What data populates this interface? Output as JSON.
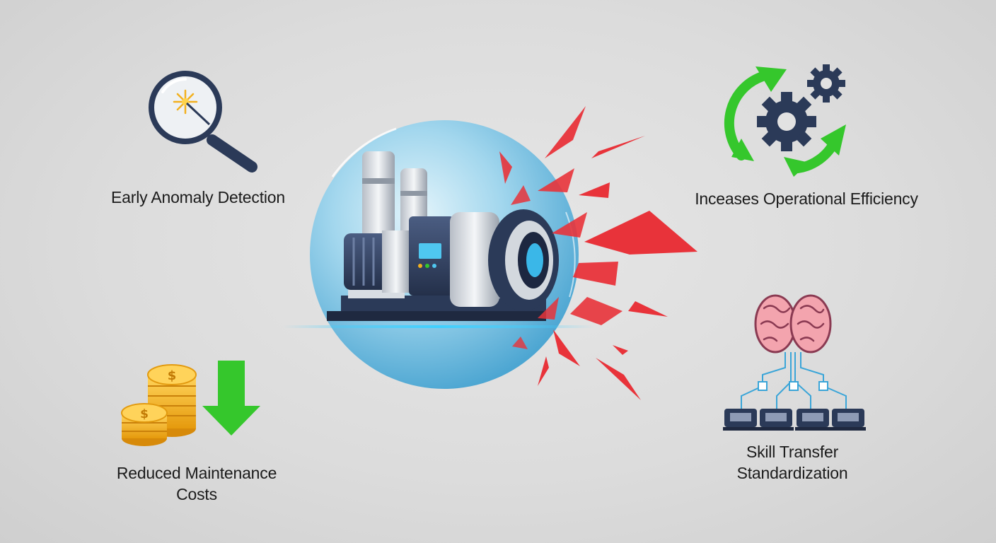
{
  "benefits": {
    "early_detection": {
      "label": "Early Anomaly Detection"
    },
    "efficiency": {
      "label": "Inceases Operational Efficiency"
    },
    "maintenance": {
      "line1": "Reduced Maintenance",
      "line2": "Costs"
    },
    "skill": {
      "line1": "Skill Transfer",
      "line2": "Standardization"
    }
  },
  "icons": {
    "early_detection": "magnifier-icon",
    "efficiency": "gears-cycle-icon",
    "maintenance": "coins-down-arrow-icon",
    "skill": "brain-network-icon",
    "center": "industrial-pump-bubble"
  },
  "colors": {
    "accent_red": "#e8333a",
    "accent_green": "#35c72c",
    "navy": "#2b3a58",
    "bubble": "#7cc6e6",
    "coin": "#f5b324"
  }
}
